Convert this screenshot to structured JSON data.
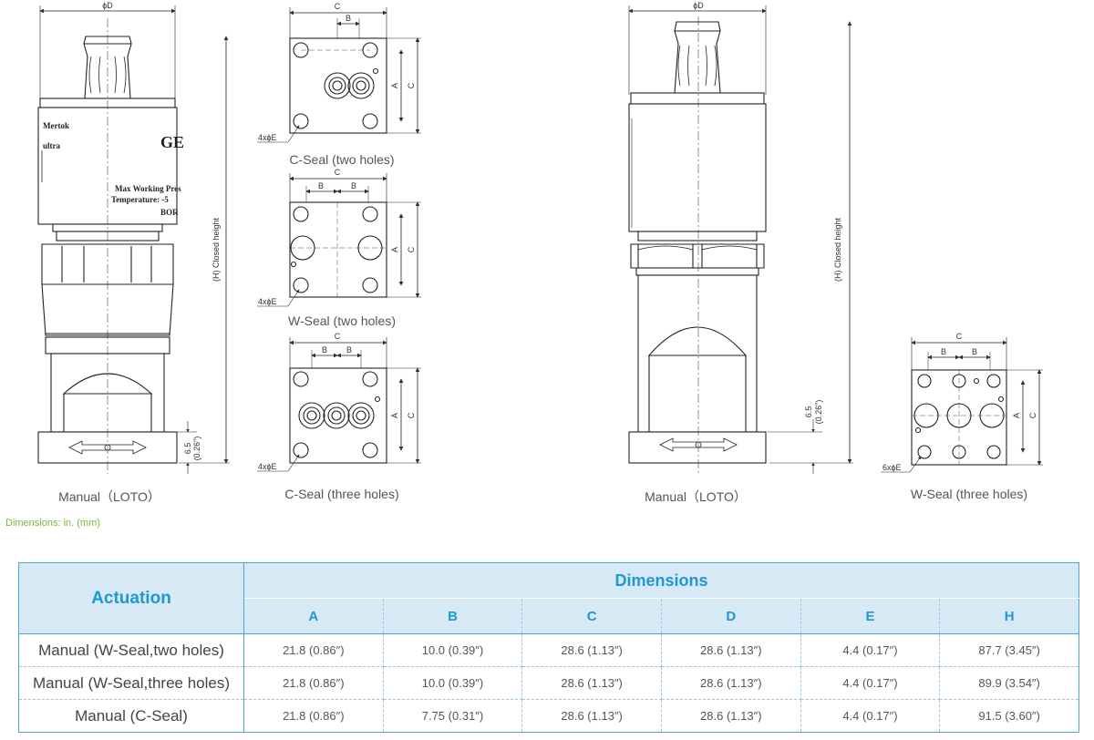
{
  "labels": {
    "dim_D": "ϕD",
    "dim_C": "C",
    "dim_B": "B",
    "dim_A": "A",
    "hole_4E": "4xϕE",
    "hole_6E": "6xϕE",
    "closed_height": "(H) Closed height",
    "dim_65": "6.5",
    "dim_026": "(0.26\")",
    "body_text_1": "Max Working Pres",
    "body_text_2": "Temperature: -5",
    "body_text_3": "BOR",
    "body_brand": "GE",
    "body_small_1": "Mertok",
    "body_small_2": "ultra"
  },
  "captions": {
    "manual_loto_left": "Manual（LOTO）",
    "c_seal_two": "C-Seal (two holes)",
    "w_seal_two": "W-Seal (two holes)",
    "c_seal_three": "C-Seal (three holes)",
    "manual_loto_right": "Manual（LOTO）",
    "w_seal_three": "W-Seal (three holes)"
  },
  "note": "Dimensions: in. (mm)",
  "table": {
    "actuation_header": "Actuation",
    "dimensions_header": "Dimensions",
    "columns": [
      "A",
      "B",
      "C",
      "D",
      "E",
      "H"
    ],
    "rows": [
      {
        "name": "Manual (W-Seal,two holes)",
        "values": [
          "21.8 (0.86″)",
          "10.0 (0.39″)",
          "28.6 (1.13″)",
          "28.6 (1.13″)",
          "4.4 (0.17″)",
          "87.7 (3.45″)"
        ]
      },
      {
        "name": "Manual (W-Seal,three holes)",
        "values": [
          "21.8 (0.86″)",
          "10.0 (0.39″)",
          "28.6 (1.13″)",
          "28.6 (1.13″)",
          "4.4 (0.17″)",
          "89.9 (3.54″)"
        ]
      },
      {
        "name": "Manual (C-Seal)",
        "values": [
          "21.8 (0.86″)",
          "7.75 (0.31″)",
          "28.6 (1.13″)",
          "28.6 (1.13″)",
          "4.4 (0.17″)",
          "91.5 (3.60″)"
        ]
      }
    ]
  }
}
